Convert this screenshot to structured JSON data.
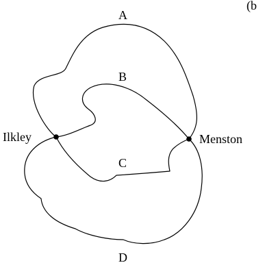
{
  "corner_text": "(b",
  "nodes": {
    "left": "Ilkley",
    "right": "Menston"
  },
  "paths": {
    "a": "A",
    "b": "B",
    "c": "C",
    "d": "D"
  }
}
